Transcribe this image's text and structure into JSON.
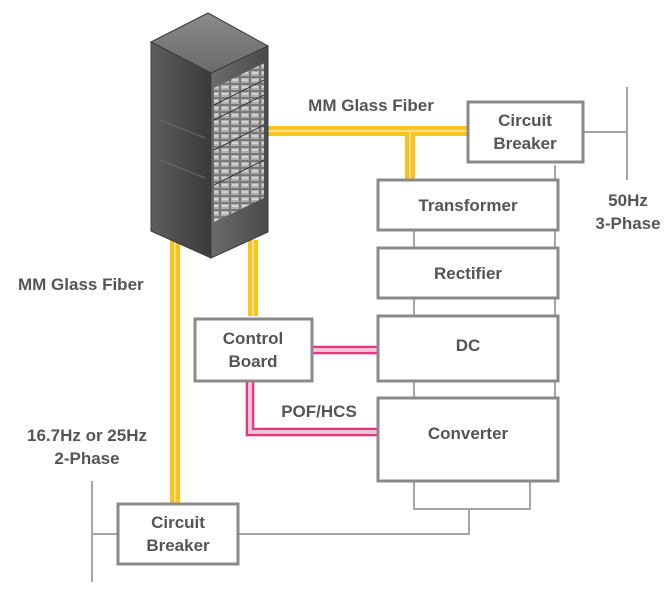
{
  "labels": {
    "fiber_top": "MM Glass Fiber",
    "fiber_left": "MM Glass Fiber",
    "pof": "POF/HCS",
    "supply_right_line1": "50Hz",
    "supply_right_line2": "3-Phase",
    "supply_left_line1": "16.7Hz or 25Hz",
    "supply_left_line2": "2-Phase"
  },
  "boxes": {
    "breaker_top_line1": "Circuit",
    "breaker_top_line2": "Breaker",
    "transformer": "Transformer",
    "rectifier": "Rectifier",
    "dc": "DC",
    "converter": "Converter",
    "control_line1": "Control",
    "control_line2": "Board",
    "breaker_bottom_line1": "Circuit",
    "breaker_bottom_line2": "Breaker"
  },
  "colors": {
    "fiber": "#f9c41e",
    "pof": "#e4387a",
    "box_border": "#8a8a8a",
    "line": "#a5a5a5",
    "text": "#555555"
  }
}
